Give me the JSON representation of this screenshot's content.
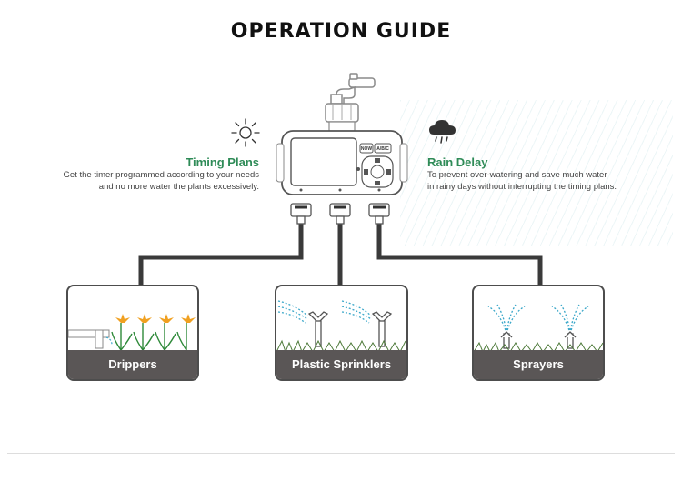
{
  "page": {
    "title": "OPERATION GUIDE"
  },
  "features": {
    "timing": {
      "icon": "sun-icon",
      "title": "Timing Plans",
      "description_lines": [
        "Get the timer programmed according to your needs",
        "and no more water the plants excessively."
      ]
    },
    "rain": {
      "icon": "rain-cloud-icon",
      "title": "Rain Delay",
      "description_lines": [
        "To prevent over-watering and save much water",
        "in rainy days without interrupting the timing plans."
      ]
    }
  },
  "device": {
    "buttons": [
      "NOW",
      "A/B/C"
    ],
    "icons": [
      "faucet-icon",
      "lcd-screen",
      "dial-pad"
    ]
  },
  "outputs": [
    {
      "label": "Drippers",
      "icon": "dripper-flowers-icon"
    },
    {
      "label": "Plastic Sprinklers",
      "icon": "sprinkler-icon"
    },
    {
      "label": "Sprayers",
      "icon": "sprayer-icon"
    }
  ],
  "colors": {
    "accent_green": "#2e8b57",
    "card_label_bg": "#5a5656",
    "water_blue": "#3aa7c9"
  }
}
